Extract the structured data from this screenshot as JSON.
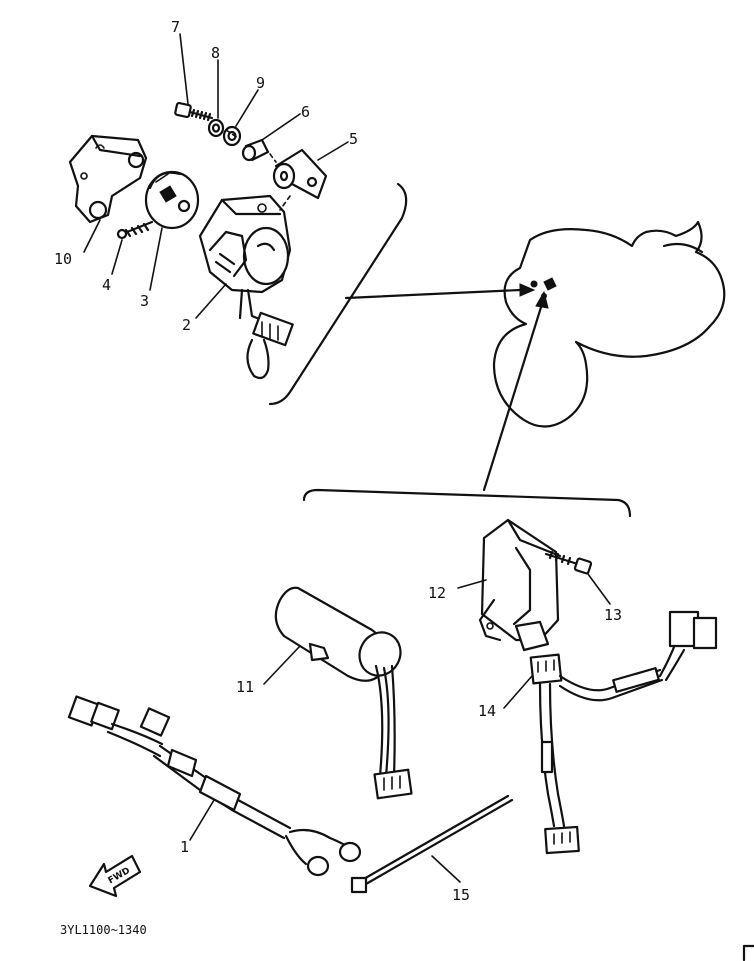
{
  "parts": [
    {
      "no": "1"
    },
    {
      "no": "2"
    },
    {
      "no": "3"
    },
    {
      "no": "4"
    },
    {
      "no": "5"
    },
    {
      "no": "6"
    },
    {
      "no": "7"
    },
    {
      "no": "8"
    },
    {
      "no": "9"
    },
    {
      "no": "10"
    },
    {
      "no": "11"
    },
    {
      "no": "12"
    },
    {
      "no": "13"
    },
    {
      "no": "14"
    },
    {
      "no": "15"
    }
  ],
  "direction_badge": "FWD",
  "diagram_code": "3YL1100~1340"
}
